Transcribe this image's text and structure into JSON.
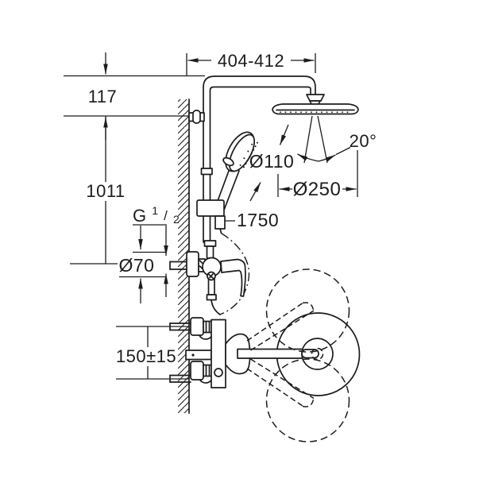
{
  "drawing": {
    "type": "technical-installation-diagram",
    "subject": "shower-system-with-rail-head-shower-hand-shower-and-mixer",
    "background_color": "#ffffff",
    "line_color": "#1c1c1c",
    "dimensions": {
      "arm_reach": "404-412",
      "head_drop": "117",
      "rail_height": "1011",
      "thread_base": "G",
      "thread_sup": "1",
      "thread_slash": "/",
      "thread_sub": "2",
      "escutcheon_diameter": "Ø70",
      "inlet_spacing": "150±15",
      "hand_shower_diameter": "Ø110",
      "head_shower_diameter": "Ø250",
      "spray_angle": "20°",
      "hose_length": "1750"
    }
  }
}
